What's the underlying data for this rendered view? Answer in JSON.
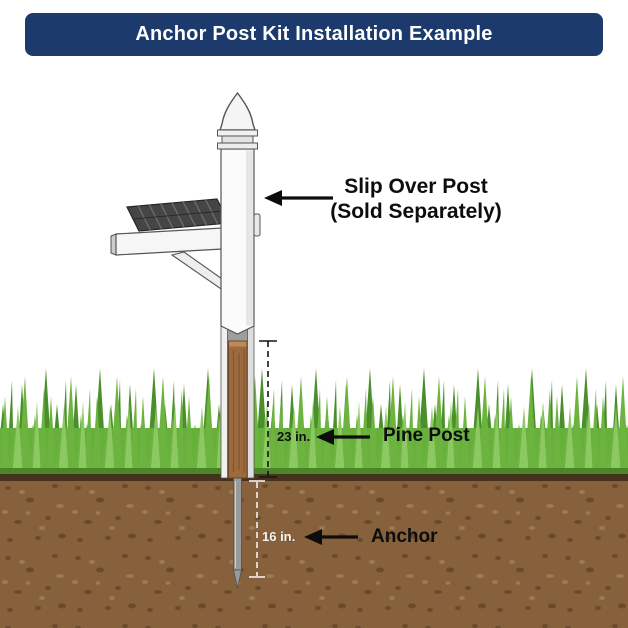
{
  "page": {
    "title": "Anchor Post Kit Installation Example"
  },
  "colors": {
    "banner-bg": "#1d3a6c",
    "banner-text": "#ffffff",
    "label-text": "#0d0d0d",
    "measure-dark": "#101010",
    "measure-light": "#f5f5f3",
    "grass-green": "#6cb33f",
    "soil-brown": "#86613c",
    "wood-brown": "#9b6a3f",
    "anchor-gray": "#9a9a9a"
  },
  "callouts": {
    "slip_over_post": {
      "line1": "Slip Over Post",
      "line2": "(Sold Separately)"
    },
    "pine_post": {
      "label": "Pine Post",
      "measurement": "23 in."
    },
    "anchor": {
      "label": "Anchor",
      "measurement": "16 in."
    }
  }
}
